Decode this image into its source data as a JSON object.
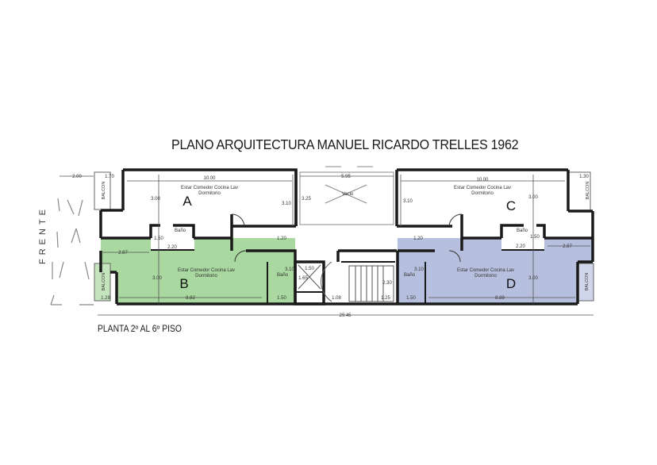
{
  "title": "PLANO ARQUITECTURA MANUEL RICARDO TRELLES 1962",
  "subtitle": "PLANTA 2º AL 6º PISO",
  "orientation_label": "FRENTE",
  "colors": {
    "unit_b_fill": "#a9d8a0",
    "unit_d_fill": "#b6bfdd",
    "wall": "#1a1a1a",
    "dimension_line": "#555555"
  },
  "units": [
    {
      "id": "A",
      "letter": "A",
      "rooms": "Estar Comedor Cocina Lav",
      "rooms_2": "Dormitorio",
      "bath": "Baño",
      "dims": {
        "width": "10.00",
        "depth_left": "3.00",
        "depth_right": "3.10",
        "bath_w": "2.20",
        "bath_d": "1.50"
      }
    },
    {
      "id": "B",
      "letter": "B",
      "rooms": "Estar Comedor Cocina Lav",
      "rooms_2": "Dormitorio",
      "bath": "Baño",
      "dims": {
        "width": "8.82",
        "depth": "3.00",
        "bath_w": "1.50",
        "bath_d": "3.10",
        "kitchen": "2.87",
        "balcon": "1.28"
      }
    },
    {
      "id": "C",
      "letter": "C",
      "rooms": "Estar Comedor Cocina Lav",
      "rooms_2": "Dormitorio",
      "bath": "Baño",
      "dims": {
        "width": "10.00",
        "depth_left": "3.10",
        "depth_right": "3.00",
        "bath_w": "2.20",
        "bath_d": "1.50",
        "balcon": "1.30"
      }
    },
    {
      "id": "D",
      "letter": "D",
      "rooms": "Estar Comedor Cocina Lav",
      "rooms_2": "Dormitorio",
      "bath": "Baño",
      "dims": {
        "width": "8.88",
        "depth": "3.00",
        "bath_w": "1.50",
        "bath_d": "3.10",
        "kitchen": "2.87"
      }
    }
  ],
  "labels": {
    "balcon": "BALCON",
    "vacio": "Vacio",
    "vacio_width": "5.95",
    "vacio_depth": "3.25",
    "corridor_left": "1.20",
    "corridor_right": "1.20",
    "front_offset": "2.00",
    "balcon_a": "1.70",
    "total_width": "29.45",
    "stair_depth": "2.30",
    "stair_w_left": "1.08",
    "stair_w_right": "1.25",
    "elevator_w": "1.50",
    "elevator_d": "1.65"
  }
}
